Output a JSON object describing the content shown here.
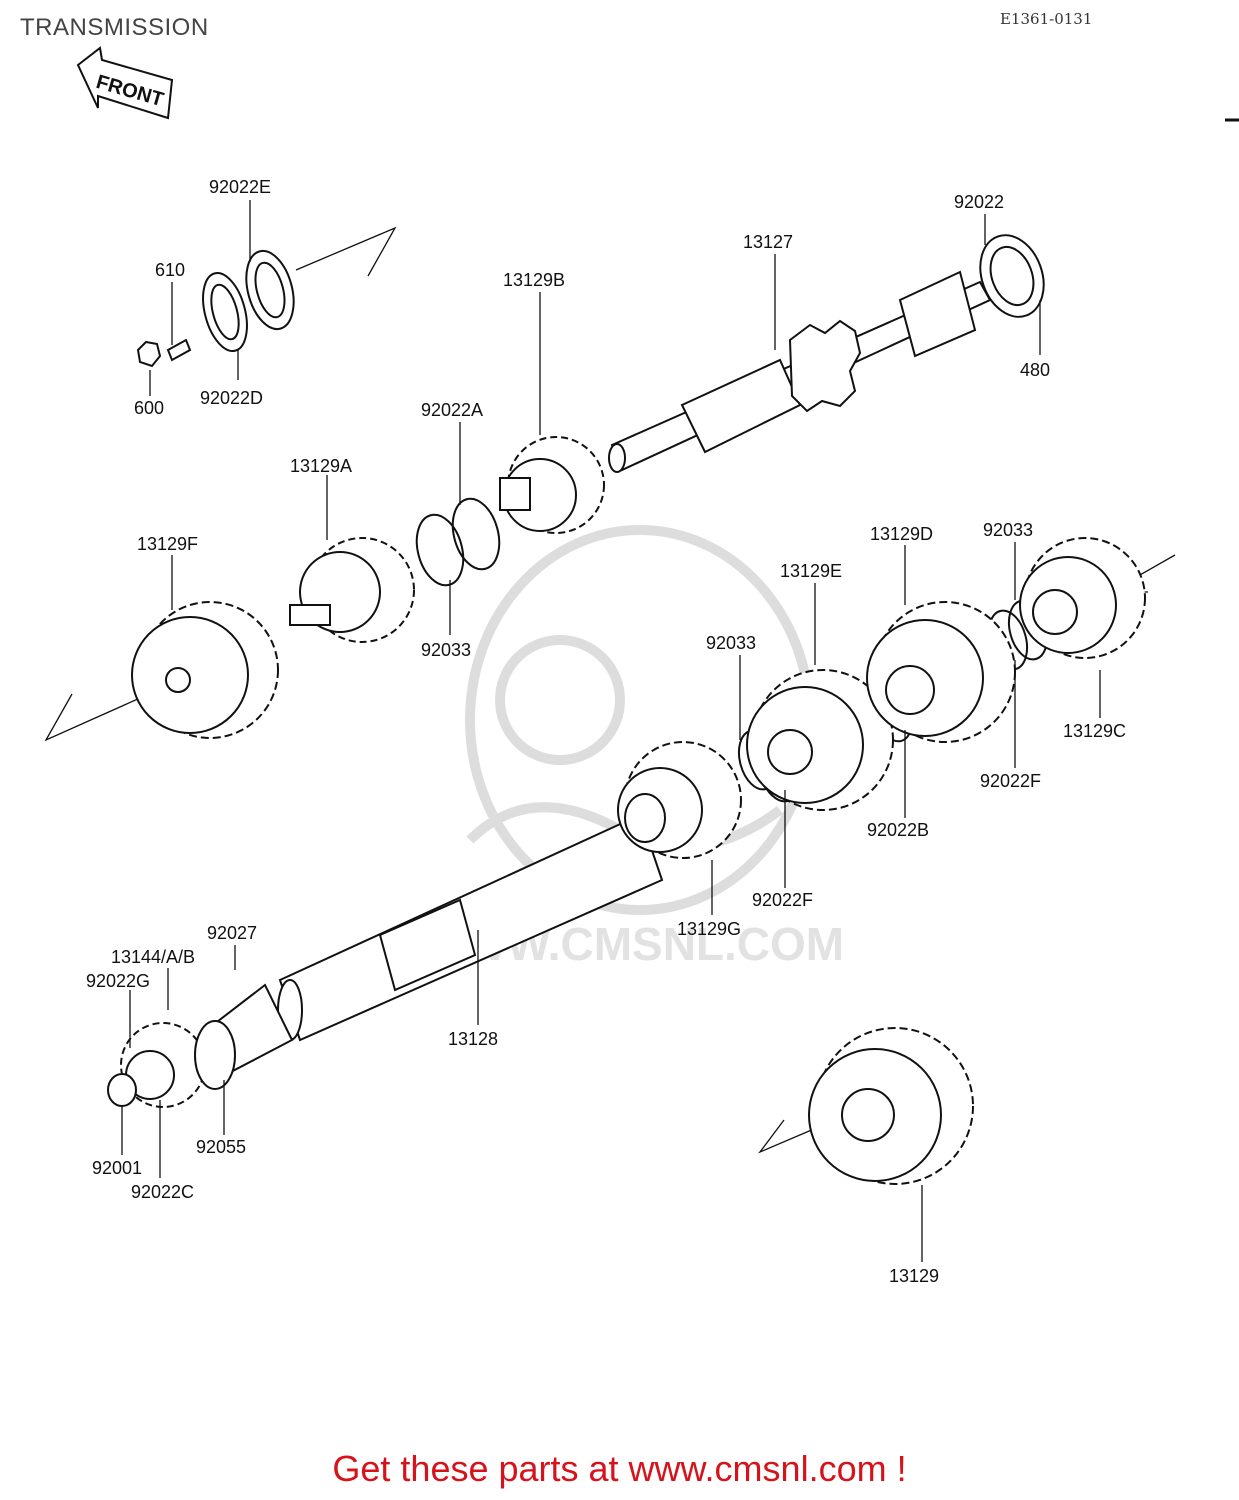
{
  "page": {
    "title": "TRANSMISSION",
    "diagram_code": "E1361-0131",
    "front_marker": "FRONT",
    "watermark": "WWW.CMSNL.COM",
    "cta": "Get these parts at www.cmsnl.com !"
  },
  "labels": {
    "p92022E": "92022E",
    "p610": "610",
    "p600": "600",
    "p92022D": "92022D",
    "p13127": "13127",
    "p92022": "92022",
    "p480": "480",
    "p13129B": "13129B",
    "p92022A": "92022A",
    "p13129A": "13129A",
    "p92033_top": "92033",
    "p13129F": "13129F",
    "p13129D": "13129D",
    "p92033_right": "92033",
    "p13129E": "13129E",
    "p92033_mid": "92033",
    "p13129C": "13129C",
    "p92022F_right": "92022F",
    "p92022B": "92022B",
    "p92022F_mid": "92022F",
    "p13129G": "13129G",
    "p92027": "92027",
    "p13144AB": "13144/A/B",
    "p92022G": "92022G",
    "p13128": "13128",
    "p92055": "92055",
    "p92001": "92001",
    "p92022C": "92022C",
    "p13129": "13129"
  },
  "colors": {
    "ink": "#111111",
    "cta": "#d6121b",
    "title": "#444444",
    "watermark": "#dddddd"
  }
}
